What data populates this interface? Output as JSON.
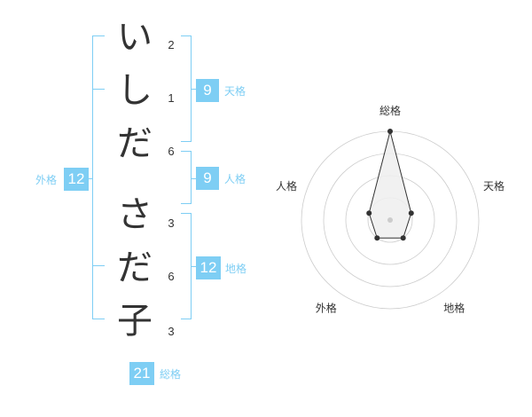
{
  "name": {
    "chars": [
      {
        "char": "い",
        "strokes": "2"
      },
      {
        "char": "し",
        "strokes": "1"
      },
      {
        "char": "だ",
        "strokes": "6"
      },
      {
        "char": "さ",
        "strokes": "3"
      },
      {
        "char": "だ",
        "strokes": "6"
      },
      {
        "char": "子",
        "strokes": "3"
      }
    ]
  },
  "kaku": {
    "tenkaku": {
      "value": "9",
      "label": "天格"
    },
    "jinkaku": {
      "value": "9",
      "label": "人格"
    },
    "chikaku": {
      "value": "12",
      "label": "地格"
    },
    "gaikaku": {
      "value": "12",
      "label": "外格"
    },
    "soukaku": {
      "value": "21",
      "label": "総格"
    }
  },
  "colors": {
    "accent": "#7ecef4",
    "text": "#333333",
    "grid": "#cccccc",
    "polygon_fill": "#eeeeee",
    "polygon_stroke": "#333333",
    "center_dot": "#cccccc"
  },
  "chart_data": {
    "type": "radar",
    "axes": [
      "総格",
      "天格",
      "地格",
      "外格",
      "人格"
    ],
    "values": [
      4,
      1,
      1,
      1,
      1
    ],
    "max": 4,
    "rings": 4
  }
}
